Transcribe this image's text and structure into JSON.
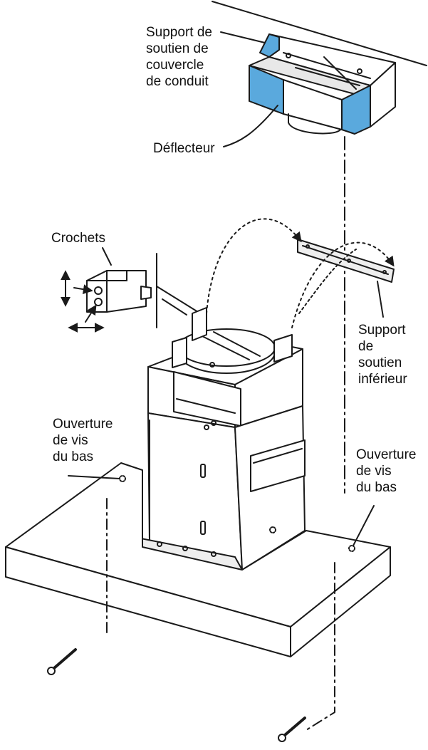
{
  "labels": {
    "duct_cover_bracket": [
      "Support de",
      "soutien de",
      "couvercle",
      "de conduit"
    ],
    "deflector": "Déflecteur",
    "hooks": "Crochets",
    "lower_bracket": [
      "Support",
      "de",
      "soutien",
      "inférieur"
    ],
    "bottom_screw_left": [
      "Ouverture",
      "de vis",
      "du bas"
    ],
    "bottom_screw_right": [
      "Ouverture",
      "de vis",
      "du bas"
    ]
  },
  "colors": {
    "bracket_highlight": "#5aa9dd",
    "line": "#1a1a1a"
  }
}
